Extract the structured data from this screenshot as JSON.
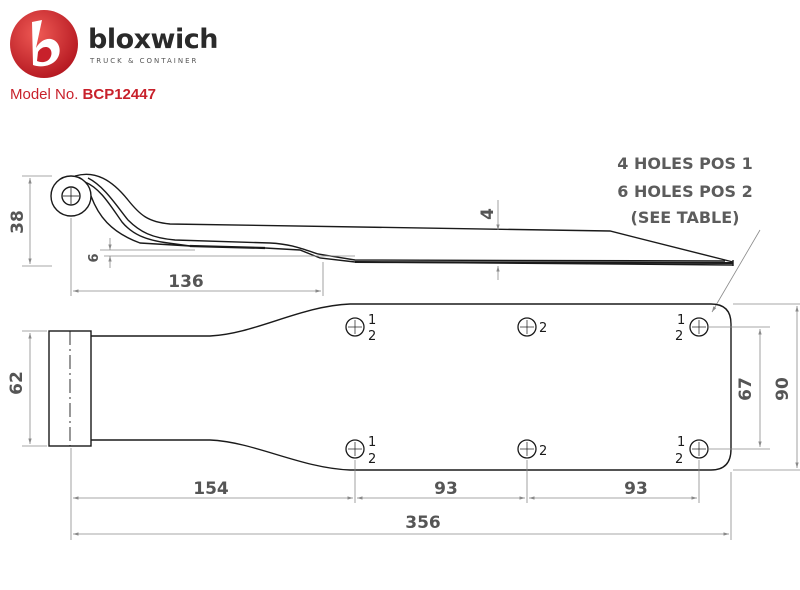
{
  "brand": {
    "name": "bloxwich",
    "tagline": "TRUCK & CONTAINER",
    "logo_letter": "b",
    "color": "#c8212b"
  },
  "model": {
    "label": "Model No.",
    "number": "BCP12447"
  },
  "note": {
    "line1": "4 HOLES POS 1",
    "line2": "6 HOLES POS 2",
    "line3": "(SEE TABLE)"
  },
  "dimensions": {
    "side_height": "38",
    "side_thickness": "4",
    "side_step": "6",
    "side_length": "136",
    "plan_knuckle_width": "62",
    "plan_hole_spacing": "67",
    "plan_width": "90",
    "plan_to_first_hole": "154",
    "plan_pitch_a": "93",
    "plan_pitch_b": "93",
    "plan_overall": "356"
  },
  "hole_labels": {
    "pos1": "1",
    "pos2": "2"
  },
  "colors": {
    "line": "#1a1a1a",
    "dimension": "#8a8a8a",
    "dimension_text": "#555555"
  }
}
